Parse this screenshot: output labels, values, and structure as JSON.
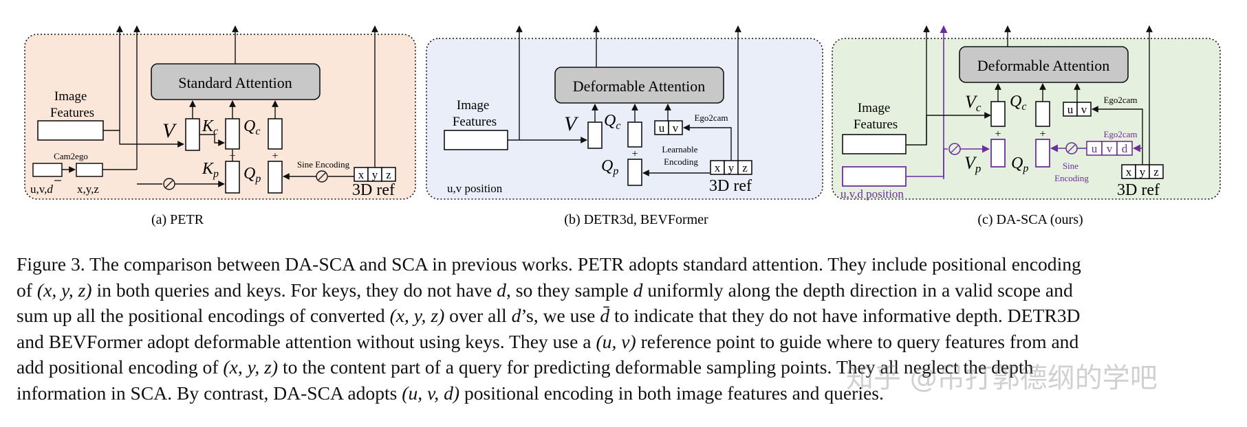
{
  "figure": {
    "panels": {
      "a": {
        "caption": "(a) PETR",
        "attention": "Standard Attention",
        "image_features": [
          "Image",
          "Features"
        ],
        "cam2ego": "Cam2ego",
        "uvd": "u,v,",
        "uvd_bar": "d",
        "xyz_label": "x,y,z",
        "V": "V",
        "Kc": "K",
        "Kc_sub": "c",
        "Kp": "K",
        "Kp_sub": "p",
        "Qc": "Q",
        "Qc_sub": "c",
        "Qp": "Q",
        "Qp_sub": "p",
        "sine": "Sine Encoding",
        "ref": "3D ref",
        "xyz": [
          "x",
          "y",
          "z"
        ],
        "plus": "+"
      },
      "b": {
        "caption": "(b) DETR3d, BEVFormer",
        "attention": "Deformable Attention",
        "image_features": [
          "Image",
          "Features"
        ],
        "uv_position": "u,v position",
        "V": "V",
        "Qc": "Q",
        "Qc_sub": "c",
        "Qp": "Q",
        "Qp_sub": "p",
        "uv": [
          "u",
          "v"
        ],
        "ego2cam": "Ego2cam",
        "learnable": [
          "Learnable",
          "Encoding"
        ],
        "ref": "3D ref",
        "xyz": [
          "x",
          "y",
          "z"
        ],
        "plus": "+"
      },
      "c": {
        "caption": "(c) DA-SCA (ours)",
        "attention": "Deformable Attention",
        "image_features": [
          "Image",
          "Features"
        ],
        "uvd_position": "u,v,d position",
        "Vc": "V",
        "Vc_sub": "c",
        "Vp": "V",
        "Vp_sub": "p",
        "Qc": "Q",
        "Qc_sub": "c",
        "Qp": "Q",
        "Qp_sub": "p",
        "uv": [
          "u",
          "v"
        ],
        "ego2cam_top": "Ego2cam",
        "uvd": [
          "u",
          "v",
          "d"
        ],
        "ego2cam_purple": "Ego2cam",
        "sine": [
          "Sine",
          "Encoding"
        ],
        "ref": "3D ref",
        "xyz": [
          "x",
          "y",
          "z"
        ],
        "plus": "+"
      }
    },
    "colors": {
      "panel_a_bg": "#fbe6da",
      "panel_b_bg": "#e9eef9",
      "panel_c_bg": "#e6f0de",
      "attention_box": "#c8c8c8",
      "purple": "#6a2f9a"
    }
  },
  "caption": {
    "l1": {
      "a": "Figure 3. The comparison between DA-SCA and SCA in previous works. PETR adopts standard attention. They include positional encoding"
    },
    "l2": {
      "a": "of ",
      "m1": "(x, y, z)",
      "b": " in both queries and keys. For keys, they do not have ",
      "m2": "d",
      "c": ", so they sample ",
      "m3": "d",
      "d": " uniformly along the depth direction in a valid scope and"
    },
    "l3": {
      "a": "sum up all the positional encodings of converted ",
      "m1": "(x, y, z)",
      "b": " over all ",
      "m2": "d",
      "c": "’s, we use ",
      "m3": "d̄",
      "d": " to indicate that they do not have informative depth. DETR3D"
    },
    "l4": {
      "a": "and BEVFormer adopt deformable attention without using keys. They use a ",
      "m1": "(u, v)",
      "b": " reference point to guide where to query features from and"
    },
    "l5": {
      "a": "add positional encoding of ",
      "m1": "(x, y, z)",
      "b": " to the content part of a query for predicting deformable sampling points. They all neglect the depth"
    },
    "l6": {
      "a": "information in SCA. By contrast, DA-SCA adopts ",
      "m1": "(u, v, d)",
      "b": " positional encoding in both image features and queries."
    }
  },
  "watermark": "知乎 @吊打郭德纲的学吧"
}
